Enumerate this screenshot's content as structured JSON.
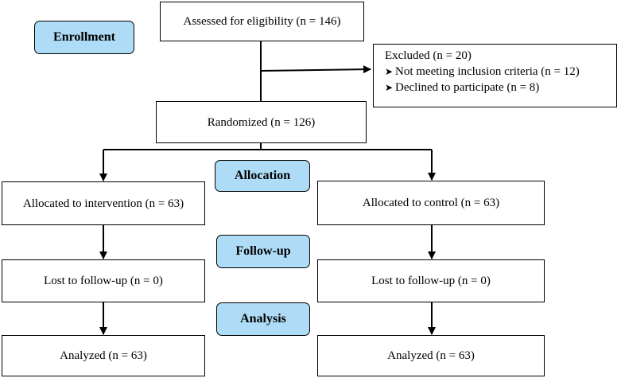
{
  "stages": {
    "enrollment": "Enrollment",
    "allocation": "Allocation",
    "follow_up": "Follow-up",
    "analysis": "Analysis"
  },
  "boxes": {
    "assessed": "Assessed for eligibility (n = 146)",
    "randomized": "Randomized (n = 126)",
    "intervention_allocated": "Allocated to intervention (n = 63)",
    "control_allocated": "Allocated to control (n = 63)",
    "intervention_lost": "Lost to follow-up (n = 0)",
    "control_lost": "Lost to follow-up (n = 0)",
    "intervention_analyzed": "Analyzed (n = 63)",
    "control_analyzed": "Analyzed (n = 63)"
  },
  "excluded": {
    "title": "Excluded (n = 20)",
    "bullet_icon": "arrowhead-bullet",
    "items": [
      "Not meeting inclusion criteria (n = 12)",
      "Declined to participate (n = 8)"
    ]
  },
  "colors": {
    "stage_fill": "#aedcf6",
    "line": "#000000"
  }
}
